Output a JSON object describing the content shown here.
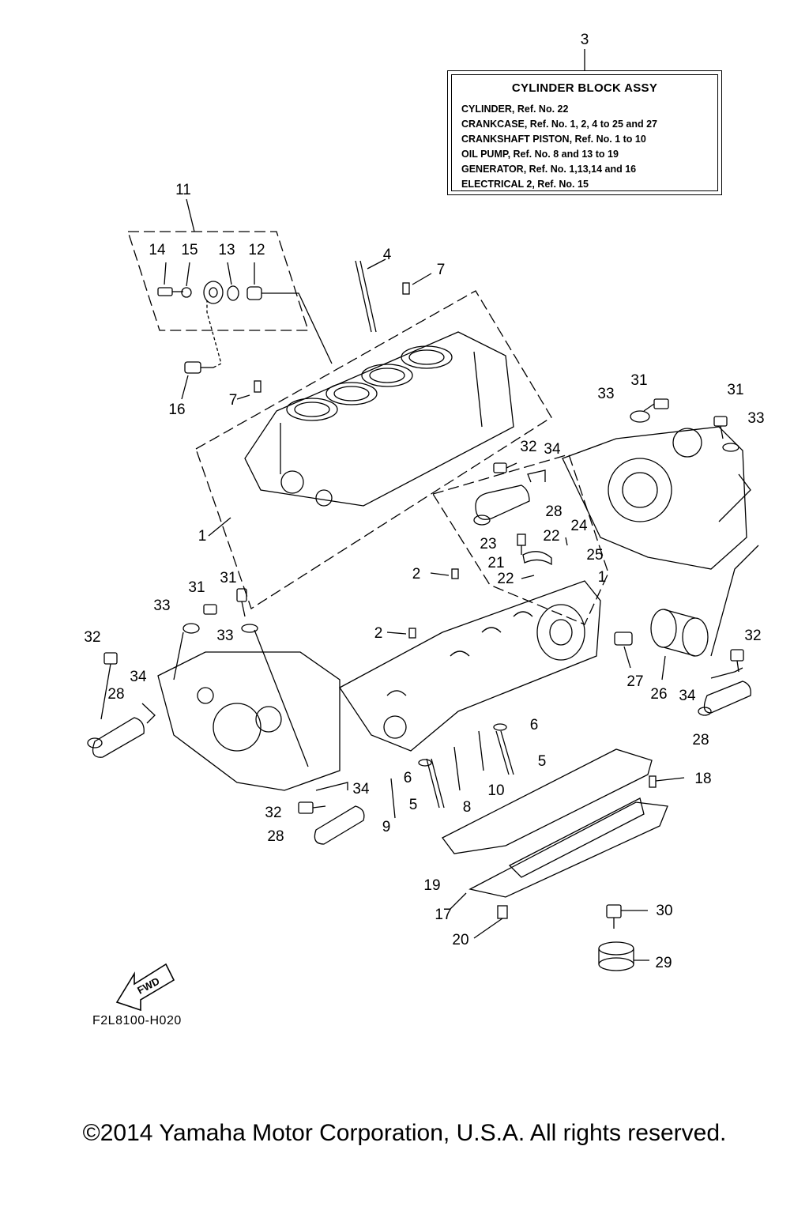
{
  "assembly_box": {
    "ref_number": "3",
    "title": "CYLINDER BLOCK ASSY",
    "lines": [
      "CYLINDER, Ref. No. 22",
      "CRANKCASE, Ref. No. 1, 2, 4 to 25 and 27",
      "CRANKSHAFT PISTON, Ref. No. 1 to 10",
      "OIL PUMP, Ref. No. 8 and 13 to 19",
      "GENERATOR, Ref. No. 1,13,14 and 16",
      "ELECTRICAL 2, Ref. No. 15"
    ]
  },
  "callouts": [
    "11",
    "14",
    "15",
    "13",
    "12",
    "4",
    "7",
    "16",
    "7",
    "1",
    "31",
    "33",
    "31",
    "33",
    "32",
    "34",
    "28",
    "23",
    "22",
    "24",
    "21",
    "25",
    "2",
    "22",
    "1",
    "31",
    "31",
    "33",
    "33",
    "32",
    "34",
    "28",
    "2",
    "27",
    "26",
    "32",
    "34",
    "28",
    "6",
    "5",
    "6",
    "34",
    "32",
    "28",
    "5",
    "9",
    "8",
    "10",
    "18",
    "19",
    "17",
    "20",
    "30",
    "29"
  ],
  "fwd_label": "FWD",
  "diagram_code": "F2L8100-H020",
  "copyright": "©2014 Yamaha Motor Corporation, U.S.A. All rights reserved."
}
